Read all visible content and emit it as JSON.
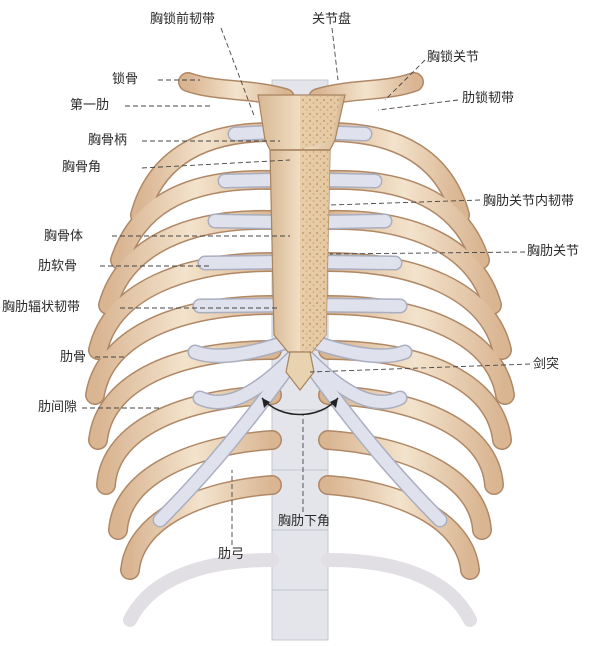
{
  "colors": {
    "bone": "#efdcc2",
    "bone_shade": "#d4b08e",
    "bone_edge": "#b08866",
    "cartilage": "#dde0ea",
    "cartilage_edge": "#a9aec0",
    "sternum": "#e9d0ac",
    "marrow": "#d9b688",
    "spine": "#e2e4ea"
  },
  "labels": {
    "sternoclavicular_anterior_ligament": "胸锁前韧带",
    "articular_disc": "关节盘",
    "sternoclavicular_joint": "胸锁关节",
    "costoclavicular_ligament": "肋锁韧带",
    "clavicle": "锁骨",
    "first_rib": "第一肋",
    "manubrium": "胸骨柄",
    "sternal_angle": "胸骨角",
    "intraarticular_sternocostal_ligament": "胸肋关节内韧带",
    "body_of_sternum": "胸骨体",
    "sternocostal_joint": "胸肋关节",
    "costal_cartilage": "肋软骨",
    "radiate_sternocostal_ligament": "胸肋辐状韧带",
    "rib": "肋骨",
    "xiphoid_process": "剑突",
    "intercostal_space": "肋间隙",
    "infrasternal_angle": "胸肋下角",
    "costal_arch": "肋弓"
  }
}
